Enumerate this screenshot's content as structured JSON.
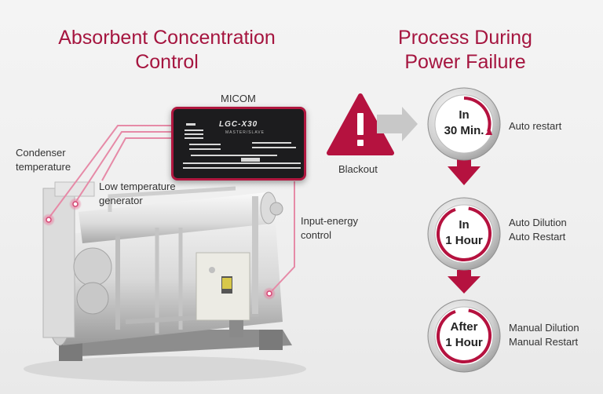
{
  "titles": {
    "left": "Absorbent Concentration Control",
    "right": "Process During Power Failure"
  },
  "labels": {
    "micom": "MICOM",
    "condenser": "Condenser temperature",
    "low_temp": "Low temperature generator",
    "input_energy": "Input-energy control",
    "blackout": "Blackout"
  },
  "micom_panel": {
    "brand": "LGC-X30",
    "subtitle": "MASTER/SLAVE"
  },
  "steps": [
    {
      "clock_line1": "In",
      "clock_line2": "30 Min.",
      "desc_line1": "Auto restart",
      "desc_line2": ""
    },
    {
      "clock_line1": "In",
      "clock_line2": "1 Hour",
      "desc_line1": "Auto Dilution",
      "desc_line2": "Auto Restart"
    },
    {
      "clock_line1": "After",
      "clock_line2": "1 Hour",
      "desc_line1": "Manual Dilution",
      "desc_line2": "Manual Restart"
    }
  ],
  "colors": {
    "accent": "#a5153f",
    "arrow_red": "#b5123f",
    "arrow_gray": "#c8c8c8"
  },
  "icons": {
    "warning": "warning-triangle-icon",
    "clock": "clock-icon"
  }
}
